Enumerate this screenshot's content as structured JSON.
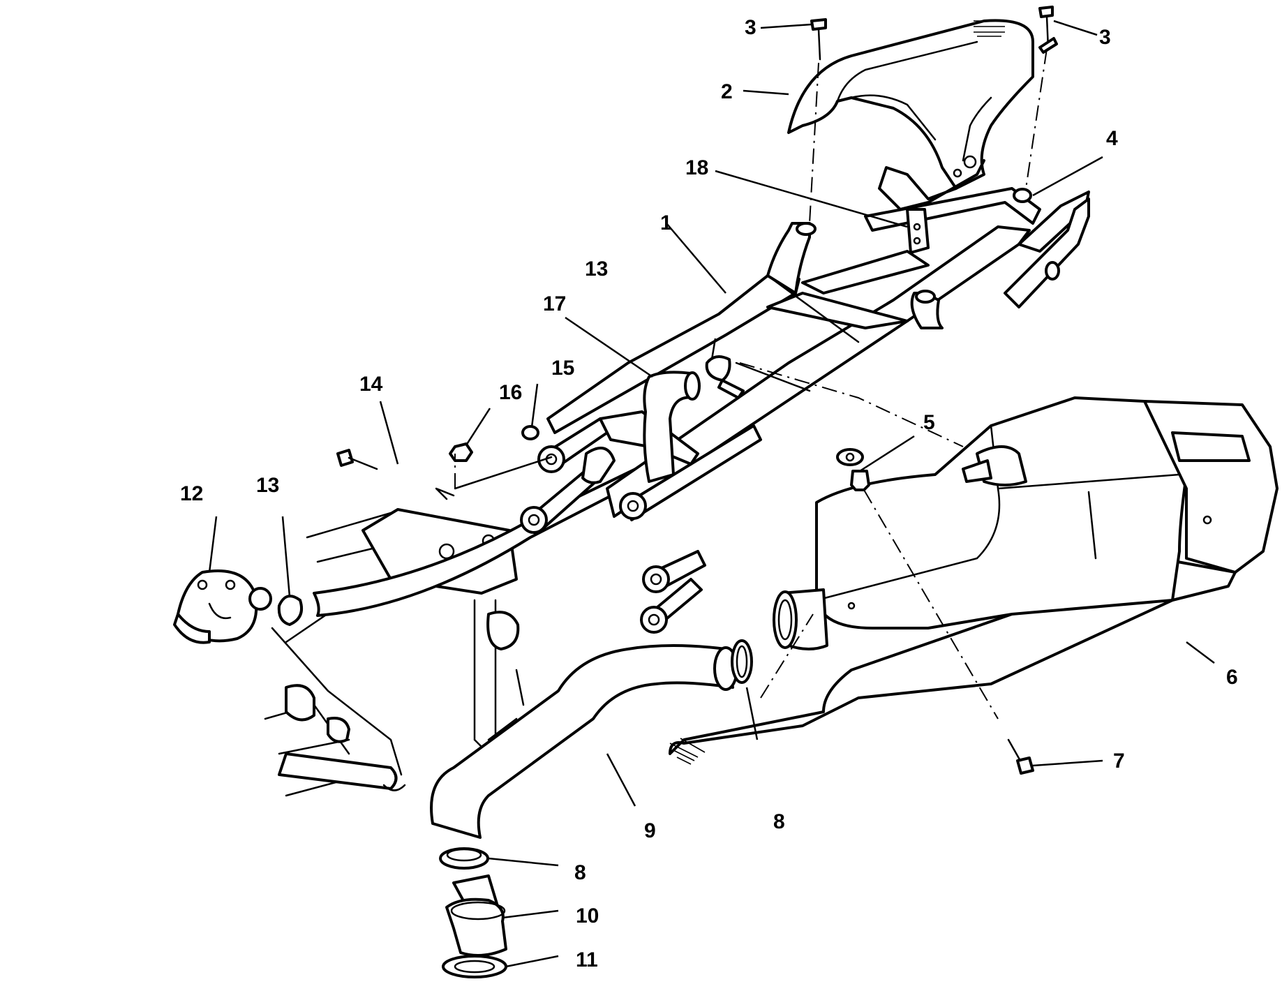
{
  "callouts": {
    "c1": "1",
    "c2": "2",
    "c3a": "3",
    "c3b": "3",
    "c4": "4",
    "c5": "5",
    "c6": "6",
    "c7": "7",
    "c8a": "8",
    "c8b": "8",
    "c9": "9",
    "c10": "10",
    "c11": "11",
    "c12": "12",
    "c13a": "13",
    "c13b": "13",
    "c14": "14",
    "c15": "15",
    "c16": "16",
    "c17": "17",
    "c18": "18"
  }
}
